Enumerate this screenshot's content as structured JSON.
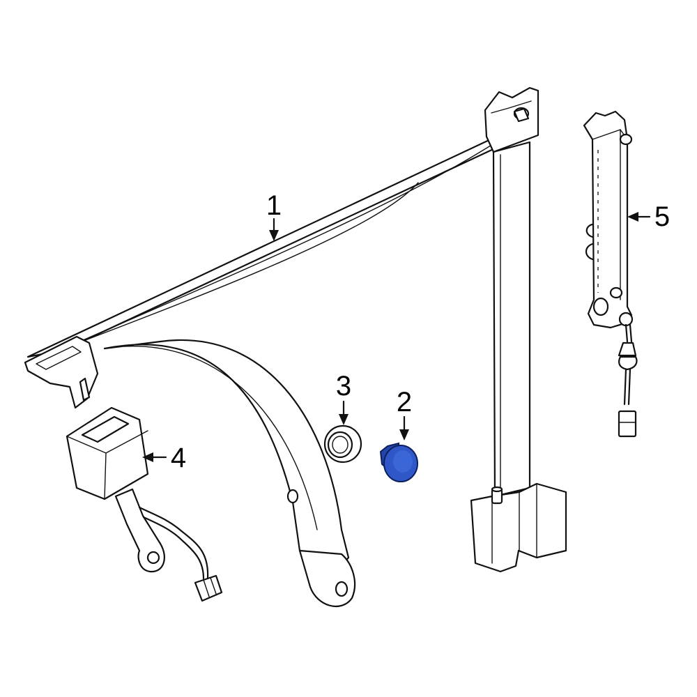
{
  "callouts": [
    {
      "number": "1",
      "part": "belt-webbing"
    },
    {
      "number": "2",
      "part": "anchor-cap"
    },
    {
      "number": "3",
      "part": "grommet"
    },
    {
      "number": "4",
      "part": "buckle"
    },
    {
      "number": "5",
      "part": "height-adjuster"
    }
  ],
  "highlighted_part": "2",
  "colors": {
    "line": "#111111",
    "background": "#ffffff",
    "highlight_fill": "#2f57c8",
    "highlight_shade": "#2445a8",
    "highlight_stroke": "#0b1f5e"
  }
}
